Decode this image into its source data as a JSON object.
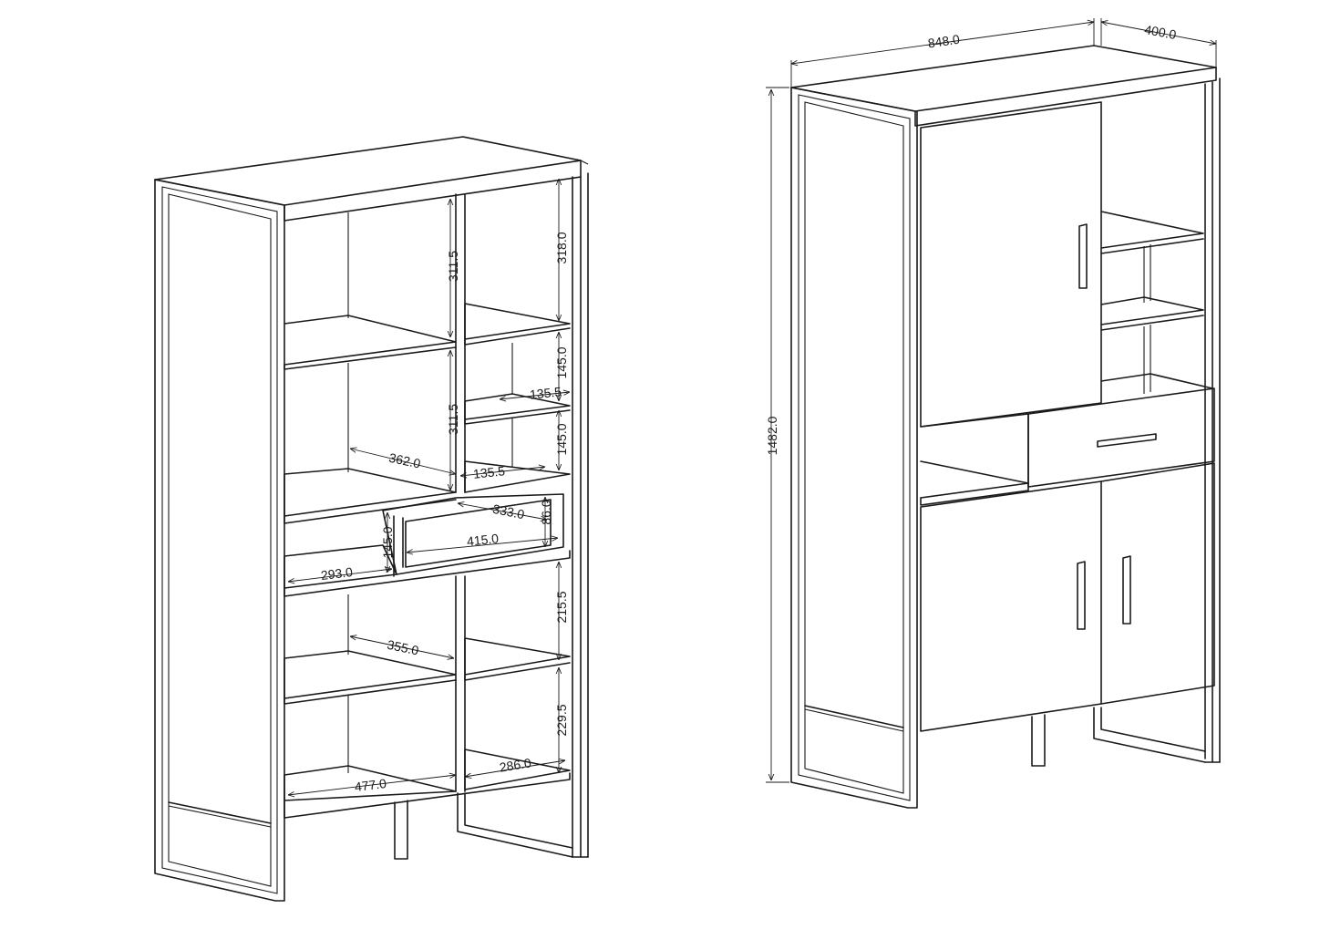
{
  "open_view": {
    "dimensions": {
      "compartment_height_top": "311.5",
      "compartment_height_top_right": "318.0",
      "compartment_height_middle": "311.5",
      "cubby_height_upper": "145.0",
      "cubby_width": "135.5",
      "cubby_height_lower": "145.0",
      "shelf_depth_upper": "362.0",
      "cubby_width_lower": "135.5",
      "drawer_depth": "333.0",
      "drawer_height": "86.0",
      "drawer_front_height": "145.0",
      "drawer_width": "415.0",
      "opening_depth": "293.0",
      "lower_right_height": "215.5",
      "lower_shelf_depth": "355.0",
      "bottom_right_height": "229.5",
      "bottom_width_left": "477.0",
      "bottom_width_right": "286.0"
    }
  },
  "closed_view": {
    "dimensions": {
      "overall_width": "848.0",
      "overall_depth": "400.0",
      "overall_height": "1482.0"
    }
  }
}
